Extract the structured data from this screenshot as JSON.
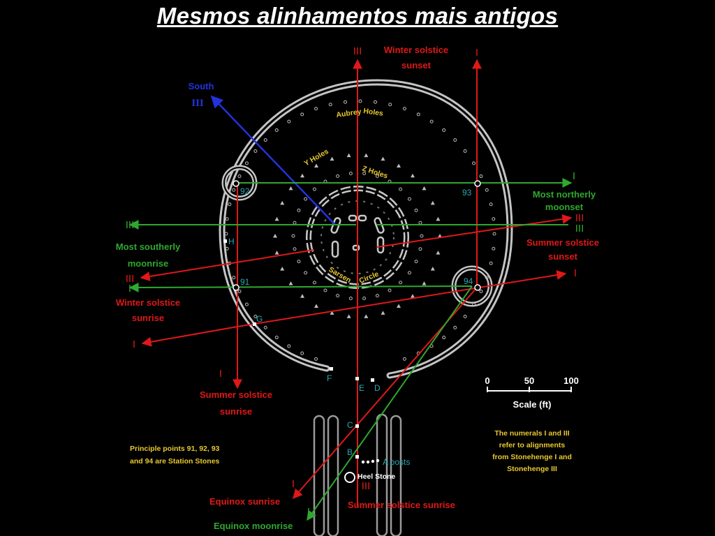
{
  "title": "Mesmos alinhamentos mais antigos",
  "labels": {
    "winter_solstice_sunset_1": "Winter solstice",
    "winter_solstice_sunset_2": "sunset",
    "south": "South",
    "aubrey_1": "Aubrey",
    "aubrey_2": "Holes",
    "y_holes": "Y Holes",
    "z_holes": "Z Holes",
    "sarsen_1": "Sarsen",
    "sarsen_2": "Circle",
    "most_northerly_1": "Most northerly",
    "most_northerly_2": "moonset",
    "summer_sunset_1": "Summer solstice",
    "summer_sunset_2": "sunset",
    "most_southerly_1": "Most southerly",
    "most_southerly_2": "moonrise",
    "winter_sunrise_1": "Winter solstice",
    "winter_sunrise_2": "sunrise",
    "summer_sunrise_1": "Summer solstice",
    "summer_sunrise_2": "sunrise",
    "equinox_sunrise": "Equinox sunrise",
    "equinox_moonrise": "Equinox moonrise",
    "summer_sunrise_bottom": "Summer solstice sunrise",
    "posts": "A posts",
    "heel_stone": "Heel Stone",
    "scale": "Scale (ft)",
    "scale_0": "0",
    "scale_50": "50",
    "scale_100": "100",
    "station_note_1": "Principle points 91, 92, 93",
    "station_note_2": "and 94 are Station Stones",
    "numerals_1": "The numerals I and III",
    "numerals_2": "refer to alignments",
    "numerals_3": "from Stonehenge I and",
    "numerals_4": "Stonehenge III"
  },
  "points": {
    "p91": "91",
    "p92": "92",
    "p93": "93",
    "p94": "94",
    "h": "H",
    "g": "G",
    "f": "F",
    "e": "E",
    "d": "D",
    "c": "C",
    "b": "B"
  },
  "numerals": {
    "one": "I",
    "three": "III"
  },
  "colors": {
    "red": "#e01818",
    "green": "#2fa82f",
    "blue": "#2233dd",
    "yellow": "#e8c830",
    "cyan": "#2aa6b4",
    "bank": "#c4c4c4"
  }
}
